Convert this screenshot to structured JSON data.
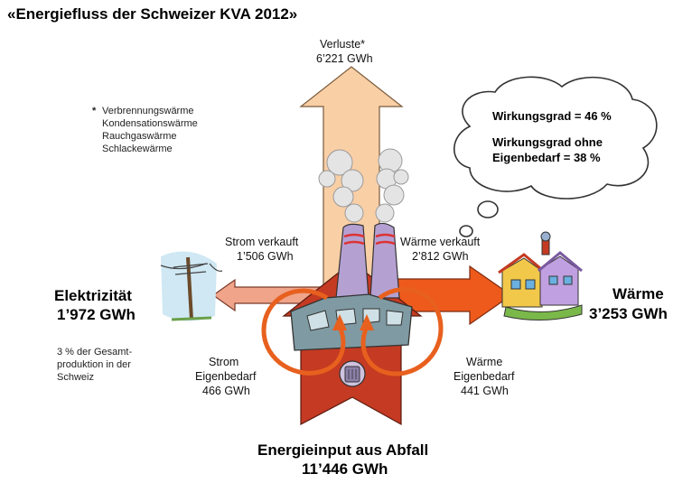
{
  "title": "«Energiefluss der Schweizer KVA 2012»",
  "losses": {
    "label": "Verluste*",
    "value": "6’221 GWh"
  },
  "footnote": {
    "marker": "*",
    "lines": [
      "Verbrennungswärme",
      "Kondensationswärme",
      "Rauchgaswärme",
      "Schlackewärme"
    ]
  },
  "efficiency": {
    "line1": "Wirkungsgrad = 46 %",
    "line2": "Wirkungsgrad ohne",
    "line3": "Eigenbedarf = 38 %"
  },
  "strom_sold": {
    "label": "Strom verkauft",
    "value": "1’506 GWh"
  },
  "waerme_sold": {
    "label": "Wärme verkauft",
    "value": "2’812 GWh"
  },
  "electricity": {
    "label": "Elektrizität",
    "value": "1’972 GWh",
    "note": [
      "3 % der Gesamt-",
      "produktion in der",
      "Schweiz"
    ]
  },
  "heat": {
    "label": "Wärme",
    "value": "3’253 GWh"
  },
  "strom_own": {
    "label1": "Strom",
    "label2": "Eigenbedarf",
    "value": "466 GWh"
  },
  "waerme_own": {
    "label1": "Wärme",
    "label2": "Eigenbedarf",
    "value": "441 GWh"
  },
  "input": {
    "label": "Energieinput aus Abfall",
    "value": "11’446 GWh"
  },
  "colors": {
    "losses_arrow": "#f9cfa6",
    "input_arrow": "#c43a22",
    "heat_arrow": "#ee5a1c",
    "electric_arrow": "#f0a48a",
    "loop": "#e8601e",
    "chimney": "#b5a0d2",
    "plant": "#7f9aa2"
  }
}
